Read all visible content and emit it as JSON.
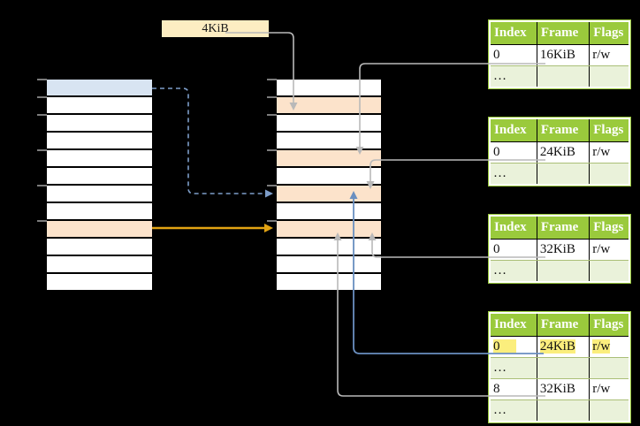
{
  "diagram": {
    "page_size_label": "4KiB",
    "virtual_memory": {
      "rows": [
        "blue",
        "white",
        "white",
        "white",
        "white",
        "white",
        "white",
        "white",
        "orange",
        "white",
        "white",
        "white"
      ]
    },
    "physical_memory": {
      "rows": [
        "white",
        "orange",
        "white",
        "white",
        "orange",
        "white",
        "orange",
        "white",
        "orange",
        "white",
        "white",
        "white"
      ]
    },
    "page_tables": [
      {
        "headers": [
          "Index",
          "Frame",
          "Flags"
        ],
        "rows": [
          {
            "cells": [
              "0",
              "16KiB",
              "r/w"
            ],
            "variant": "data",
            "highlight": false
          },
          {
            "cells": [
              "…",
              "",
              ""
            ],
            "variant": "ellipsis",
            "highlight": false
          }
        ]
      },
      {
        "headers": [
          "Index",
          "Frame",
          "Flags"
        ],
        "rows": [
          {
            "cells": [
              "0",
              "24KiB",
              "r/w"
            ],
            "variant": "data",
            "highlight": false
          },
          {
            "cells": [
              "…",
              "",
              ""
            ],
            "variant": "ellipsis",
            "highlight": false
          }
        ]
      },
      {
        "headers": [
          "Index",
          "Frame",
          "Flags"
        ],
        "rows": [
          {
            "cells": [
              "0",
              "32KiB",
              "r/w"
            ],
            "variant": "data",
            "highlight": false
          },
          {
            "cells": [
              "…",
              "",
              ""
            ],
            "variant": "ellipsis",
            "highlight": false
          }
        ]
      },
      {
        "headers": [
          "Index",
          "Frame",
          "Flags"
        ],
        "rows": [
          {
            "cells": [
              "0",
              "24KiB",
              "r/w"
            ],
            "variant": "data",
            "highlight": true
          },
          {
            "cells": [
              "…",
              "",
              ""
            ],
            "variant": "ellipsis",
            "highlight": false
          },
          {
            "cells": [
              "8",
              "32KiB",
              "r/w"
            ],
            "variant": "data",
            "highlight": false
          },
          {
            "cells": [
              "…",
              "",
              ""
            ],
            "variant": "ellipsis",
            "highlight": false
          }
        ]
      }
    ],
    "colors": {
      "header_green": "#9aca3c",
      "ellipsis_green": "#eaf2da",
      "highlight_peach": "#fce3cb",
      "highlight_blue": "#d8e4f2",
      "page_size_cream": "#fdedc2",
      "mark_yellow": "#fbee7d",
      "gray_connector": "#b9b9b9",
      "dashed_blue": "#7d9dc9",
      "solid_blue": "#6a8fc0",
      "orange_arrow": "#e2a313"
    }
  }
}
